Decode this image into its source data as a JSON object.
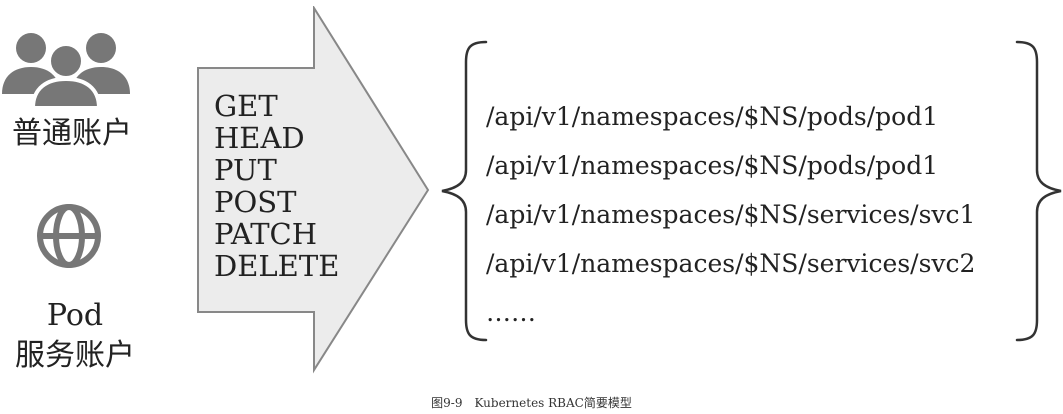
{
  "subjects": {
    "user_icon": "users-icon",
    "user_label": "普通账户",
    "pod_icon": "globe-icon",
    "pod_label": "Pod",
    "service_account_label": "服务账户"
  },
  "verbs": [
    "GET",
    "HEAD",
    "PUT",
    "POST",
    "PATCH",
    "DELETE"
  ],
  "resources": [
    "/api/v1/namespaces/$NS/pods/pod1",
    "/api/v1/namespaces/$NS/pods/pod1",
    "/api/v1/namespaces/$NS/services/svc1",
    "/api/v1/namespaces/$NS/services/svc2",
    "……"
  ],
  "caption": "图9-9　Kubernetes RBAC简要模型",
  "colors": {
    "icon": "#777777",
    "arrow_fill": "#ececec",
    "arrow_stroke": "#888888",
    "text": "#222222"
  }
}
